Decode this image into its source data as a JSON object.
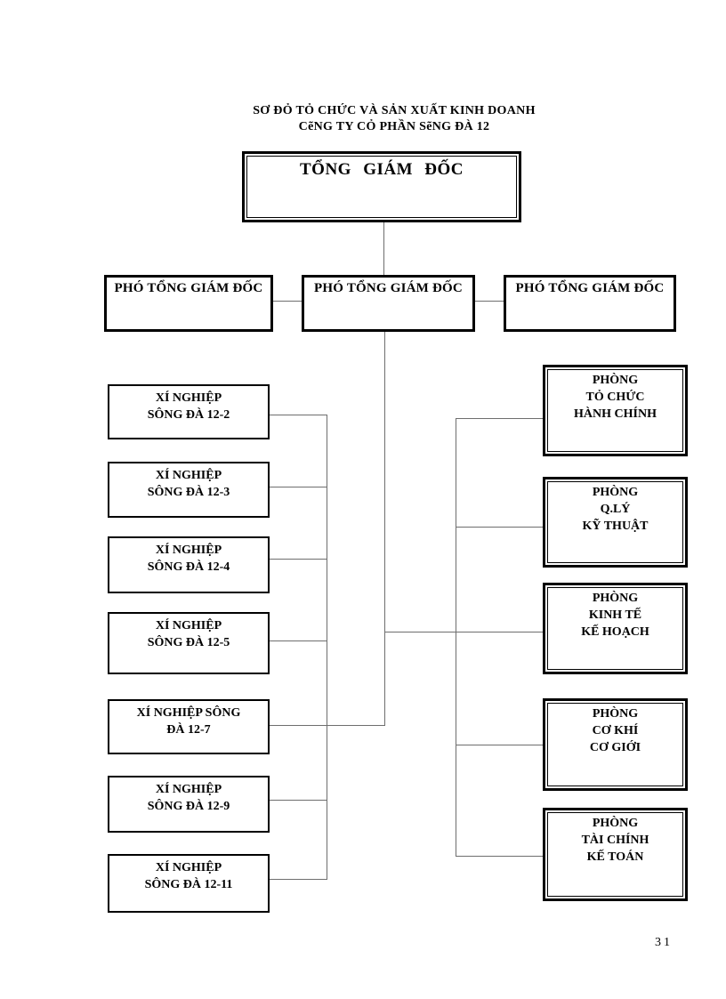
{
  "document": {
    "title_line1": "SƠ ĐỎ TỎ CHỨC VÀ SẢN XUẤT  KINH DOANH",
    "title_line2": "CẽNG TY CỎ PHẦN SẽNG ĐÀ 12",
    "page_number": "31"
  },
  "org_chart": {
    "director": {
      "label": "TỔNG  GIÁM ĐỐC"
    },
    "deputy_directors": [
      {
        "label": "PHÓ TỔNG GIÁM ĐỐC"
      },
      {
        "label": "PHÓ TỔNG GIÁM ĐỐC"
      },
      {
        "label": "PHÓ TỔNG GIÁM ĐỐC"
      }
    ],
    "enterprises": [
      {
        "label": "XÍ NGHIỆP\nSÔNG ĐÀ 12-2"
      },
      {
        "label": "XÍ NGHIỆP\nSÔNG ĐÀ 12-3"
      },
      {
        "label": "XÍ NGHIỆP\nSÔNG ĐÀ 12-4"
      },
      {
        "label": "XÍ NGHIỆP\nSÔNG ĐÀ 12-5"
      },
      {
        "label": "XÍ NGHIỆP SÔNG\nĐÀ 12-7"
      },
      {
        "label": "XÍ NGHIỆP\nSÔNG ĐÀ 12-9"
      },
      {
        "label": "XÍ NGHIỆP\nSÔNG ĐÀ 12-11"
      }
    ],
    "departments": [
      {
        "label": "PHÒNG\nTỎ CHỨC\nHÀNH CHÍNH"
      },
      {
        "label": "PHÒNG\nQ.LÝ\nKỸ THUẬT"
      },
      {
        "label": "PHÒNG\nKINH TẾ\nKẾ HOẠCH"
      },
      {
        "label": "PHÒNG\nCƠ KHÍ\nCƠ GIỚI"
      },
      {
        "label": "PHÒNG\nTÀI CHÍNH\nKẾ TOÁN"
      }
    ]
  }
}
